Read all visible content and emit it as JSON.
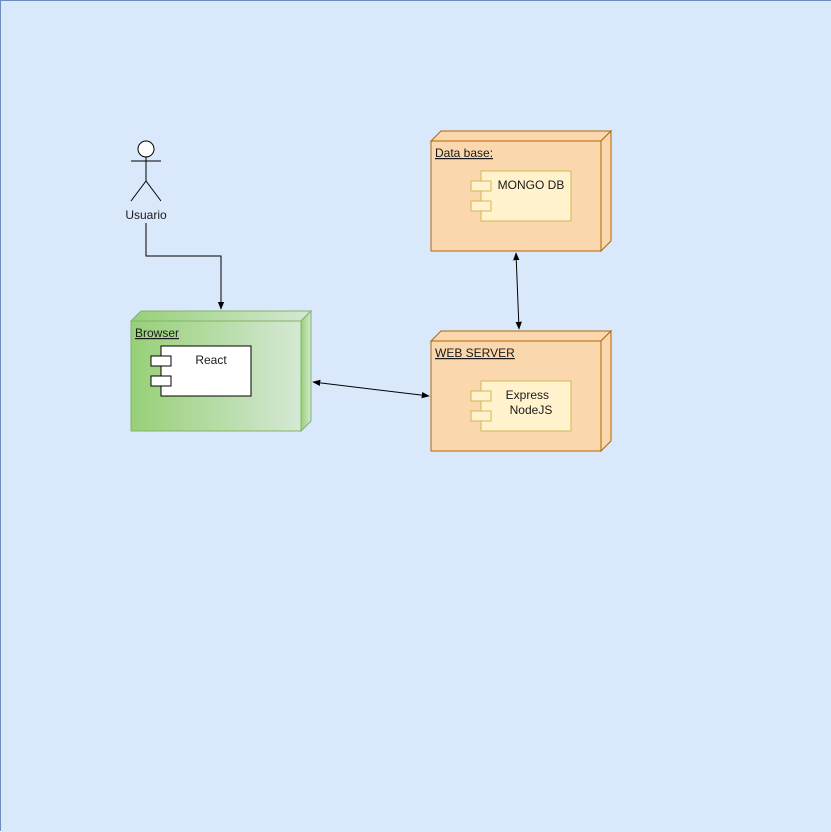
{
  "colors": {
    "background": "#dae8fc",
    "border": "#6c8ebf",
    "node_orange_fill": "#fad7ac",
    "node_orange_stroke": "#b46504",
    "component_fill": "#fff2cc",
    "component_stroke": "#d6b656",
    "node_green_fill_start": "#97d077",
    "node_green_fill_end": "#d5e8d4",
    "node_green_stroke": "#82b366",
    "edge": "#000000"
  },
  "actor": {
    "label": "Usuario"
  },
  "nodes": {
    "database": {
      "title": "Data base:",
      "component": [
        "MONGO DB"
      ]
    },
    "browser": {
      "title": "Browser",
      "component": [
        "React"
      ]
    },
    "webserver": {
      "title": "WEB SERVER",
      "component": [
        "Express",
        "NodeJS"
      ]
    }
  }
}
